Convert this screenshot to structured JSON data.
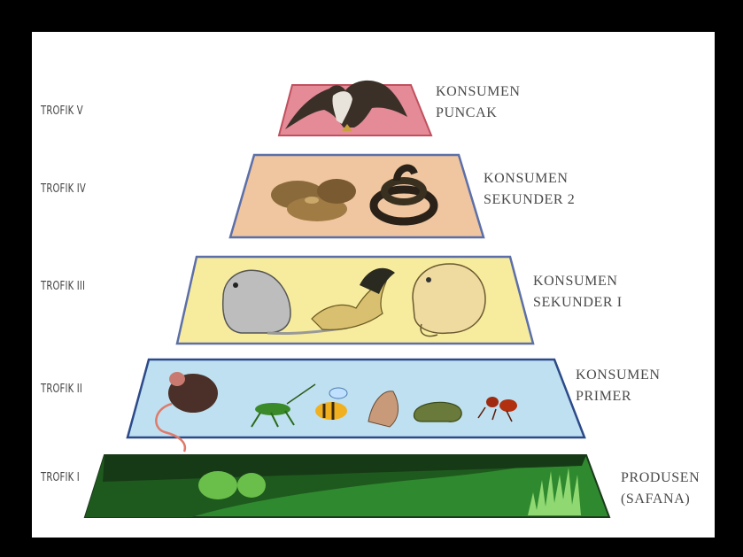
{
  "levels": [
    {
      "trophic": "TROFIK V",
      "role_line1": "KONSUMEN",
      "role_line2": "PUNCAK",
      "fill": "#e58a97"
    },
    {
      "trophic": "TROFIK IV",
      "role_line1": "KONSUMEN",
      "role_line2": "SEKUNDER 2",
      "fill": "#f0c6a0"
    },
    {
      "trophic": "TROFIK III",
      "role_line1": "KONSUMEN",
      "role_line2": "SEKUNDER I",
      "fill": "#f7ec9e"
    },
    {
      "trophic": "TROFIK II",
      "role_line1": "KONSUMEN",
      "role_line2": "PRIMER",
      "fill": "#bfe0f0"
    },
    {
      "trophic": "TROFIK I",
      "role_line1": "PRODUSEN",
      "role_line2": "(SAFANA)",
      "fill": "#2f8a2f"
    }
  ],
  "icons": {
    "level5": [
      "eagle-icon"
    ],
    "level4": [
      "snake-icon",
      "coiled-snake-icon"
    ],
    "level3": [
      "rat-icon",
      "bird-icon",
      "toad-icon"
    ],
    "level2": [
      "mouse-icon",
      "grasshopper-icon",
      "bee-icon",
      "moth-icon",
      "caterpillar-icon",
      "ant-icon"
    ],
    "level1": [
      "bush-icon",
      "grass-icon"
    ]
  }
}
